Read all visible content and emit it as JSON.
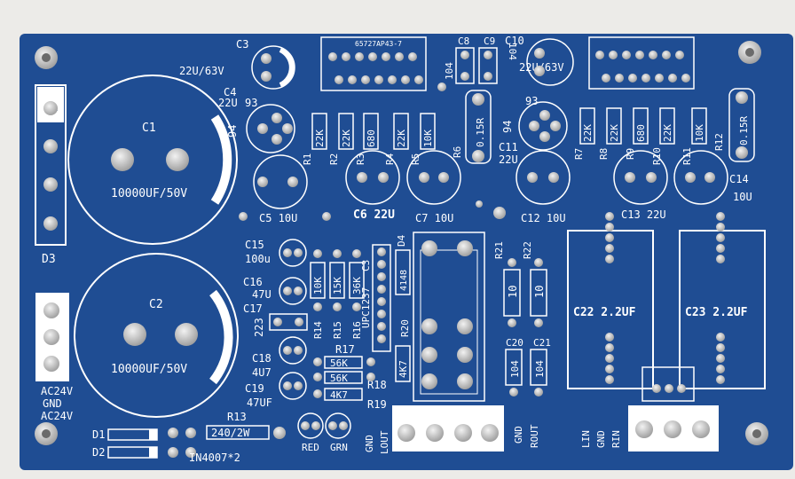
{
  "board": {
    "silk_color": "#ffffff",
    "pcb_color": "#1f4d93",
    "pad_color": "#c9c9c9",
    "background_color": "#ecebe8"
  },
  "labels": {
    "C1": "C1",
    "C1_value": "10000UF/50V",
    "C2": "C2",
    "C2_value": "10000UF/50V",
    "C3": "C3",
    "C3_value": "22U/63V",
    "C4": "C4",
    "C4_value": "22U",
    "q93a": "93",
    "q94a": "94",
    "C5": "C5 10U",
    "C6": "C6 22U",
    "C7": "C7 10U",
    "C8": "C8",
    "C9": "C9",
    "C10": "C10",
    "C10_value": "22U/63V",
    "v104a": "104",
    "v104b": "104",
    "q93b": "93",
    "q94b": "94",
    "C11": "C11",
    "C11_value": "22U",
    "C12": "C12 10U",
    "C13": "C13 22U",
    "C14": "C14",
    "C14_value": "10U",
    "R1": "R1",
    "R2": "R2",
    "R3": "R3",
    "R4": "R4",
    "R5": "R5",
    "R6": "R6",
    "R7": "R7",
    "R8": "R8",
    "R9": "R9",
    "R10": "R10",
    "R11": "R11",
    "R12": "R12",
    "r_22k_1": "22K",
    "r_22k_2": "22K",
    "r_680_1": "680",
    "r_22k_3": "22K",
    "r_10k_1": "10K",
    "r_15r_1": "0.15R",
    "r_22k_4": "22K",
    "r_22k_5": "22K",
    "r_680_2": "680",
    "r_22k_6": "22K",
    "r_10k_2": "10K",
    "r_15r_2": "0.15R",
    "ic_top": "65727AP43-7",
    "D3": "D3",
    "plus": "+",
    "C15": "C15",
    "C15_value": "100u",
    "C16": "C16",
    "C16_value": "47U",
    "C17": "C17",
    "C17_value": "223",
    "C18": "C18",
    "C18_value": "4U7",
    "C19": "C19",
    "C19_value": "47UF",
    "R13": "R13",
    "R13_value": "240/2W",
    "R14": "R14",
    "R15": "R15",
    "R16": "R16",
    "R17": "R17",
    "R18": "R18",
    "R19": "R19",
    "R20": "R20",
    "R21": "R21",
    "R22": "R22",
    "r_10k_3": "10K",
    "r_15k": "15K",
    "r_36k": "36K",
    "r_56k_1": "56K",
    "r_56k_2": "56K",
    "r_4k7_1": "4K7",
    "r_4k7_2": "4K7",
    "r_10_1": "10",
    "r_10_2": "10",
    "C3b": "C3",
    "upc": "UPC1237",
    "D4": "D4",
    "d4_val": "4148",
    "C20": "C20",
    "C21": "C21",
    "c20_val": "104",
    "c21_val": "104",
    "C22": "C22 2.2UF",
    "C23": "C23 2.2UF",
    "ac1": "AC24V",
    "gnd1": "GND",
    "ac2": "AC24V",
    "D1": "D1",
    "D2": "D2",
    "in4007": "IN4007*2",
    "red": "RED",
    "grn": "GRN",
    "gnd2": "GND",
    "lout": "LOUT",
    "gnd3": "GND",
    "rout": "ROUT",
    "lin": "LIN",
    "gnd4": "GND",
    "rin": "RIN"
  }
}
